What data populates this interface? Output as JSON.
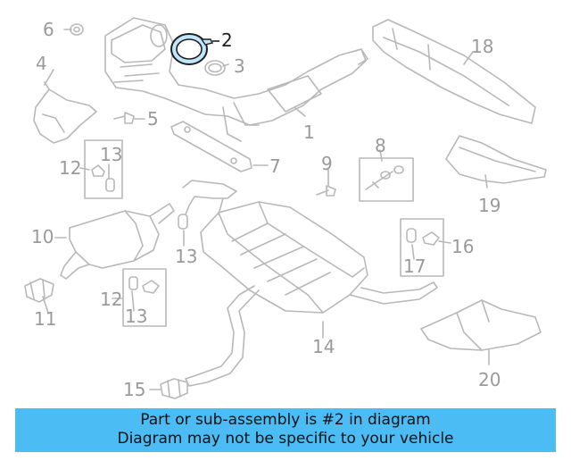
{
  "colors": {
    "line": "#b8b8b8",
    "label": "#9a9a9a",
    "highlight": "#3aa7e0",
    "highlight_fill": "#bfe6fb",
    "caption_bg": "#4bbcf4",
    "caption_text": "#111111"
  },
  "highlighted_part": "2",
  "callouts": [
    "1",
    "2",
    "3",
    "4",
    "5",
    "6",
    "7",
    "8",
    "9",
    "10",
    "11",
    "12",
    "13",
    "13",
    "12",
    "13",
    "14",
    "15",
    "16",
    "17",
    "18",
    "19",
    "20"
  ],
  "caption": {
    "line1": "Part or sub-assembly is #2 in diagram",
    "line2": "Diagram may not be specific to your vehicle"
  }
}
